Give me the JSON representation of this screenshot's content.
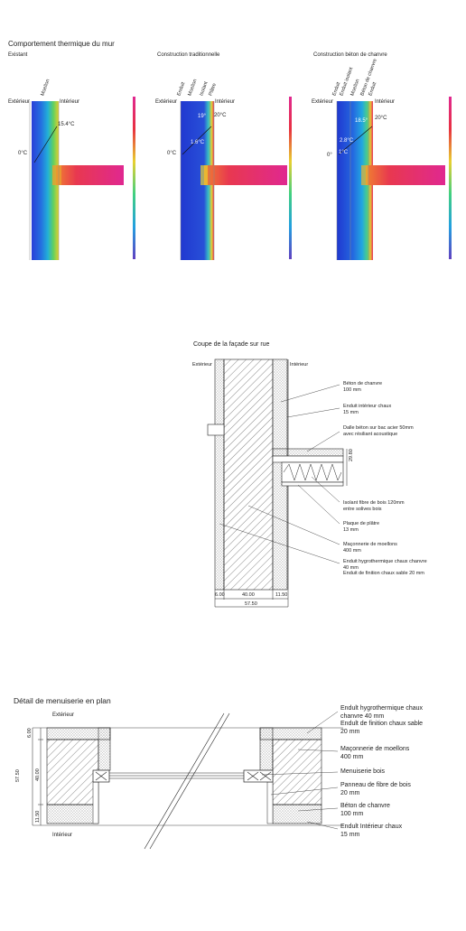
{
  "thermal": {
    "title": "Comportement thermique du mur",
    "panels": [
      {
        "caption": "Existant",
        "layers": [
          "Moellon"
        ],
        "outside_label": "Extérieur",
        "inside_label": "Intérieur",
        "temp_outside": "0°C",
        "temp_inside": "15.4°C"
      },
      {
        "caption": "Construction traditionnelle",
        "layers": [
          "Enduit",
          "Moellon",
          "Isolant",
          "Plâtre"
        ],
        "outside_label": "Extérieur",
        "inside_label": "Intérieur",
        "temp_outside": "0°C",
        "temp_mid": "1.6°C",
        "temp_wall": "19°",
        "temp_inside": "20°C"
      },
      {
        "caption": "Construction béton de chanvre",
        "layers": [
          "Enduit",
          "Enduit isolant",
          "Moellon",
          "Béton de chanvre",
          "Enduit"
        ],
        "outside_label": "Extérieur",
        "inside_label": "Intérieur",
        "temp_outside": "0°",
        "temp_mid": "2.8°C",
        "temp_low": "1°C",
        "temp_wall": "18.5°",
        "temp_inside": "20°C"
      }
    ],
    "colors": {
      "cold": "#2a3fd8",
      "cool": "#22a0e0",
      "mid": "#3cc8a0",
      "warm": "#e8e030",
      "hot": "#e83050",
      "hottest": "#e03090"
    }
  },
  "section": {
    "title": "Coupe de la façade sur rue",
    "outside_label": "Extérieur",
    "inside_label": "Intérieur",
    "labels": [
      "Béton de chanvre\n100 mm",
      "Enduit intérieur chaux\n15 mm",
      "Dalle béton sur bac acier 50mm\navec résiliant acoustique",
      "Isolant fibre de bois 120mm\nentre solives bois",
      "Plaque de plâtre\n13 mm",
      "Maçonnerie de moellons\n400 mm",
      "Enduit hygrothermique chaux chanvre\n40 mm\nEnduit de finition chaux sable 20 mm"
    ],
    "dim_floor": "29.80",
    "dims_bottom": [
      "6.00",
      "40.00",
      "11.50"
    ],
    "dim_total": "57.50"
  },
  "detail": {
    "title": "Détail de menuiserie en plan",
    "outside_label": "Extérieur",
    "inside_label": "Intérieur",
    "dims_left": [
      "6.00",
      "40.00",
      "11.50"
    ],
    "dim_total": "57.50",
    "labels": [
      "Endult hygrothermique chaux\nchanvre 40 mm\nEndult de finition chaux sable\n20 mm",
      "Maçonnerie de moellons\n400 mm",
      "Menuiserie bois",
      "Panneau de fibre de bois\n20 mm",
      "Béton de chanvre\n100 mm",
      "Endult Intérieur chaux\n15 mm"
    ]
  }
}
